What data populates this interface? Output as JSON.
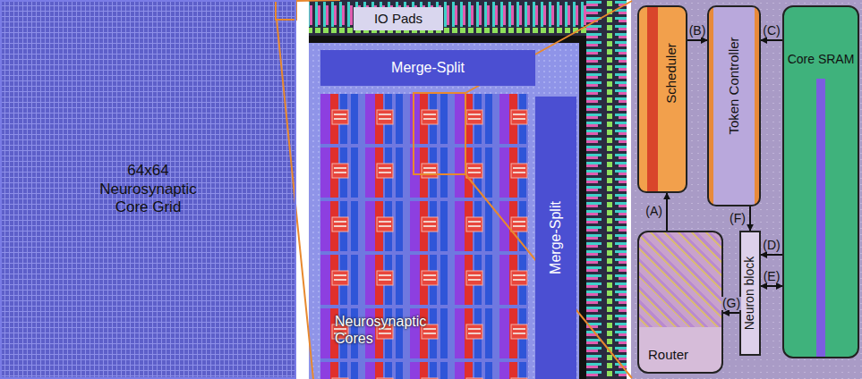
{
  "diagram": {
    "nodes": [
      {
        "text": [
          "64x64 Neurosynaptic Core Grid"
        ]
      },
      {
        "text": [
          "IO Pads"
        ]
      },
      {
        "text": [
          "Merge-Split"
        ]
      },
      {
        "text": [
          "Neurosynaptic Cores"
        ]
      },
      {
        "text": [
          "Merge-Split"
        ]
      },
      {
        "text": [
          "Scheduler"
        ]
      },
      {
        "text": [
          "Token Controller"
        ]
      },
      {
        "text": [
          "Core SRAM"
        ]
      },
      {
        "text": [
          "Router"
        ]
      },
      {
        "text": [
          "Neuron block"
        ]
      }
    ],
    "edges": [
      {
        "from": 8,
        "to": 5,
        "label": "(A)",
        "arrow": "to"
      },
      {
        "from": 5,
        "to": 6,
        "label": "(B)",
        "arrow": "to"
      },
      {
        "from": 7,
        "to": 6,
        "label": "(C)",
        "arrow": "to"
      },
      {
        "from": 7,
        "to": 9,
        "label": "(D)",
        "arrow": "to"
      },
      {
        "from": 9,
        "to": 7,
        "label": "(E)",
        "arrow": "both"
      },
      {
        "from": 6,
        "to": 9,
        "label": "(F)",
        "arrow": "to"
      },
      {
        "from": 9,
        "to": 8,
        "label": "(G)",
        "arrow": "to"
      }
    ]
  }
}
